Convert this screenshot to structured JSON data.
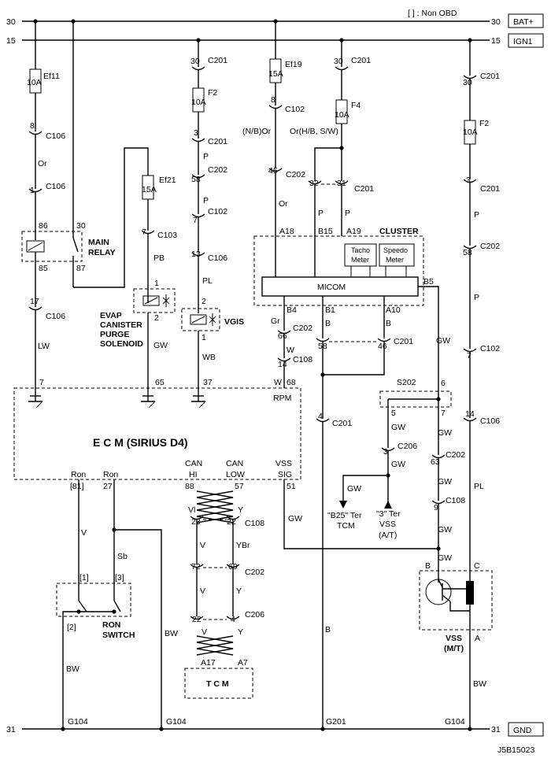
{
  "rails": {
    "bat": {
      "num": "30",
      "name": "BAT+"
    },
    "ign": {
      "num": "15",
      "name": "IGN1"
    },
    "gnd": {
      "num": "31",
      "name": "GND"
    },
    "non_obd": "[ ] : Non OBD"
  },
  "components": {
    "main_relay": [
      "MAIN",
      "RELAY"
    ],
    "evap": [
      "EVAP",
      "CANISTER",
      "PURGE",
      "SOLENOID"
    ],
    "vgis": "VGIS",
    "cluster": "CLUSTER",
    "micom": "MICOM",
    "tacho": [
      "Tacho",
      "Meter"
    ],
    "speedo": [
      "Speedo",
      "Meter"
    ],
    "ecm": "E C M (SIRIUS D4)",
    "ron_switch": [
      "RON",
      "SWITCH"
    ],
    "tcm": "T C M",
    "vss_mt": [
      "VSS",
      "(M/T)"
    ],
    "tcm_ref": [
      "\"B25\" Ter",
      "TCM"
    ],
    "vss_ref": [
      "\"3\" Ter",
      "VSS",
      "(A/T)"
    ]
  },
  "fuses": {
    "ef11": "Ef11",
    "ef21": "Ef21",
    "ef19": "Ef19",
    "f2": "F2",
    "f4": "F4",
    "a10": "10A",
    "a15": "15A"
  },
  "connectors": {
    "c106": "C106",
    "c201": "C201",
    "c202": "C202",
    "c102": "C102",
    "c103": "C103",
    "c108": "C108",
    "c206": "C206",
    "s202": "S202",
    "g104": "G104",
    "g201": "G201"
  },
  "pins": {
    "p1": "1",
    "p2": "2",
    "p3": "3",
    "p4": "4",
    "p5": "5",
    "p6": "6",
    "p7": "7",
    "p8": "8",
    "p9": "9",
    "p13": "13",
    "p14": "14",
    "p17": "17",
    "p22": "22",
    "p23": "23",
    "p27": "27",
    "p30": "30",
    "p31": "31",
    "p32": "32",
    "p37": "37",
    "p45": "45",
    "p46": "46",
    "p51": "51",
    "p57": "57",
    "p58": "58",
    "p63": "63",
    "p65": "65",
    "p66": "66",
    "p68": "68",
    "p69": "69",
    "p72": "72",
    "p85": "85",
    "p86": "86",
    "p87": "87",
    "p88": "88",
    "b1": "[1]",
    "b2": "[2]",
    "b3": "[3]",
    "b81": "[81]",
    "a18": "A18",
    "a19": "A19",
    "b15": "B15",
    "b4": "B4",
    "b1p": "B1",
    "a10p": "A10",
    "b5": "B5",
    "a17": "A17",
    "a7": "A7",
    "pin_b": "B",
    "pin_c": "C",
    "pin_a": "A"
  },
  "wires": {
    "or": "Or",
    "p": "P",
    "pb": "PB",
    "pl": "PL",
    "lw": "LW",
    "gw": "GW",
    "wb": "WB",
    "gr": "Gr",
    "b": "B",
    "w": "W",
    "v": "V",
    "sb": "Sb",
    "bw": "BW",
    "y": "Y",
    "ybr": "YBr",
    "vl": "Vl",
    "nb_or": "(N/B)Or",
    "or_hb": "Or(H/B, S/W)"
  },
  "ecm_pins": {
    "rpm": "RPM",
    "ron": "Ron",
    "can_hi": [
      "CAN",
      "HI"
    ],
    "can_low": [
      "CAN",
      "LOW"
    ],
    "vss_sig": [
      "VSS",
      "SIG"
    ]
  },
  "figure_id": "J5B15023"
}
